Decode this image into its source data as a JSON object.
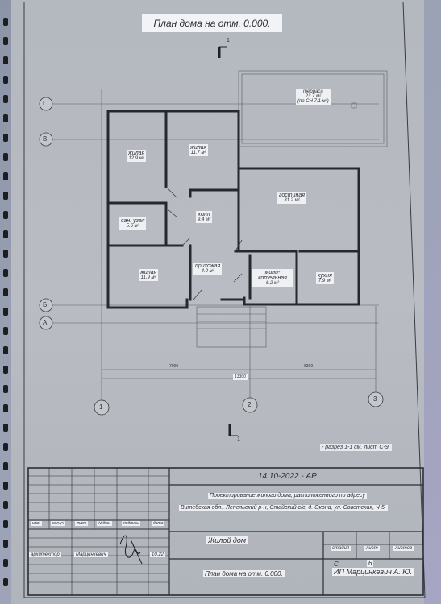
{
  "sheet": {
    "title": "План дома на отм. 0.000.",
    "section_note": "- разрез 1-1 см. лист С-9.",
    "section_marks": [
      "1",
      "1"
    ]
  },
  "axes": {
    "rows": [
      "Г",
      "В",
      "Б",
      "А"
    ],
    "cols": [
      "1",
      "2",
      "3"
    ]
  },
  "dimensions": [
    "7000",
    "6300",
    "13300"
  ],
  "rooms": [
    {
      "name": "жилая",
      "area": "12.9 м²"
    },
    {
      "name": "жилая",
      "area": "11.7 м²"
    },
    {
      "name": "холл",
      "area": "9.4 м²"
    },
    {
      "name": "гостиная",
      "area": "31.2 м²"
    },
    {
      "name": "сан. узел",
      "area": "5.6 м²"
    },
    {
      "name": "жилая",
      "area": "11.9 м²"
    },
    {
      "name": "прихожая",
      "area": "4.9 м²"
    },
    {
      "name": "мини-котельная",
      "area": "6.2 м²"
    },
    {
      "name": "кухня",
      "area": "7.9 м²"
    },
    {
      "name": "терраса",
      "area": "23.7 м²",
      "note": "(по СН 7.1 м²)"
    }
  ],
  "title_block": {
    "code": "14.10-2022 - АР",
    "project_line1": "Проектирование жилого дома, расположенного по адресу",
    "project_line2": "Витебская обл., Лепельский р-н, Стайский с/с, д. Окона, ул. Советская, Ч-5.",
    "object_name": "Жилой дом",
    "drawing_name": "План дома на отм. 0.000.",
    "company": "ИП Марцинкевич А. Ю.",
    "col_headers": [
      "изм.",
      "кол.уч",
      "лист",
      "№док.",
      "подпись",
      "дата"
    ],
    "role": "архитектор",
    "person": "Марцинкевич",
    "date": "10.22",
    "stage_header": "стадия",
    "sheet_header": "лист",
    "sheets_header": "листов",
    "stage_value": "С",
    "sheet_value": "6"
  }
}
